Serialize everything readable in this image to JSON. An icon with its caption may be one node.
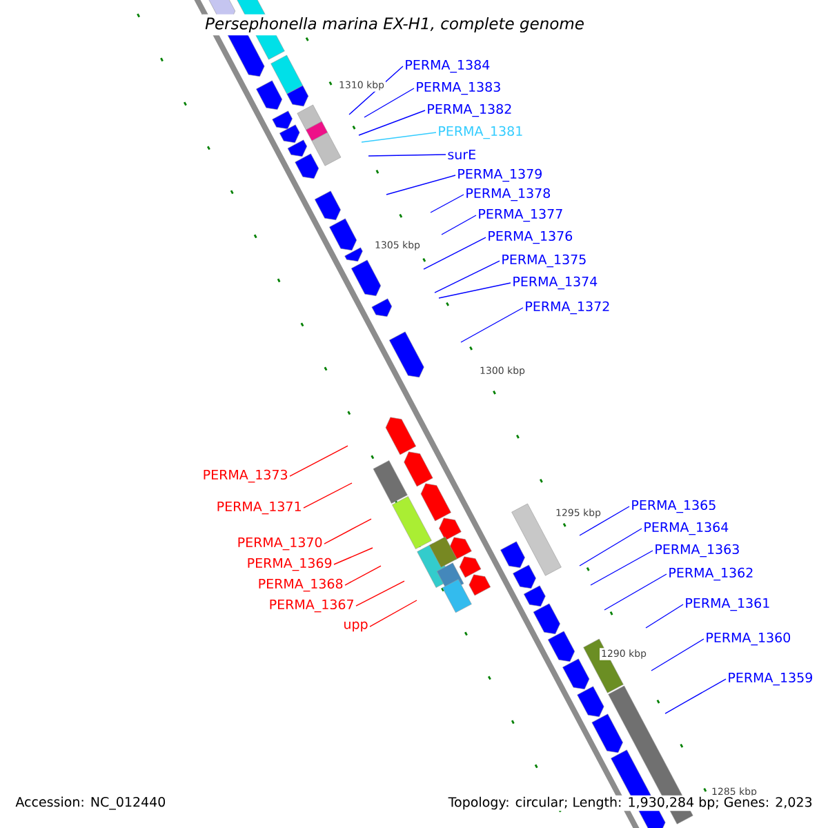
{
  "diagram": {
    "title": "Persephonella marina EX-H1, complete genome",
    "nodes": [
      {
        "text": [
          "PERMA_1384"
        ]
      },
      {
        "text": [
          "PERMA_1383"
        ]
      },
      {
        "text": [
          "PERMA_1382"
        ]
      },
      {
        "text": [
          "PERMA_1381"
        ]
      },
      {
        "text": [
          "surE"
        ]
      },
      {
        "text": [
          "PERMA_1379"
        ]
      },
      {
        "text": [
          "PERMA_1378"
        ]
      },
      {
        "text": [
          "PERMA_1377"
        ]
      },
      {
        "text": [
          "PERMA_1376"
        ]
      },
      {
        "text": [
          "PERMA_1375"
        ]
      },
      {
        "text": [
          "PERMA_1374"
        ]
      },
      {
        "text": [
          "PERMA_1372"
        ]
      },
      {
        "text": [
          "PERMA_1373"
        ]
      },
      {
        "text": [
          "PERMA_1371"
        ]
      },
      {
        "text": [
          "PERMA_1370"
        ]
      },
      {
        "text": [
          "PERMA_1369"
        ]
      },
      {
        "text": [
          "PERMA_1368"
        ]
      },
      {
        "text": [
          "PERMA_1367"
        ]
      },
      {
        "text": [
          "upp"
        ]
      },
      {
        "text": [
          "PERMA_1365"
        ]
      },
      {
        "text": [
          "PERMA_1364"
        ]
      },
      {
        "text": [
          "PERMA_1363"
        ]
      },
      {
        "text": [
          "PERMA_1362"
        ]
      },
      {
        "text": [
          "PERMA_1361"
        ]
      },
      {
        "text": [
          "PERMA_1360"
        ]
      },
      {
        "text": [
          "PERMA_1359"
        ]
      }
    ],
    "edges": [
      {
        "from": 0,
        "to": null,
        "arrow": "none"
      },
      {
        "from": 1,
        "to": null,
        "arrow": "none"
      },
      {
        "from": 2,
        "to": null,
        "arrow": "none"
      },
      {
        "from": 3,
        "to": null,
        "arrow": "none",
        "color": "#33ccff"
      },
      {
        "from": 4,
        "to": null,
        "arrow": "none"
      },
      {
        "from": 5,
        "to": null,
        "arrow": "none"
      },
      {
        "from": 6,
        "to": null,
        "arrow": "none"
      },
      {
        "from": 7,
        "to": null,
        "arrow": "none"
      },
      {
        "from": 8,
        "to": null,
        "arrow": "none"
      },
      {
        "from": 9,
        "to": null,
        "arrow": "none"
      },
      {
        "from": 10,
        "to": null,
        "arrow": "none"
      },
      {
        "from": 11,
        "to": null,
        "arrow": "none"
      },
      {
        "from": 12,
        "to": null,
        "arrow": "none",
        "color": "#ff0000"
      },
      {
        "from": 13,
        "to": null,
        "arrow": "none",
        "color": "#ff0000"
      },
      {
        "from": 14,
        "to": null,
        "arrow": "none",
        "color": "#ff0000"
      },
      {
        "from": 15,
        "to": null,
        "arrow": "none",
        "color": "#ff0000"
      },
      {
        "from": 16,
        "to": null,
        "arrow": "none",
        "color": "#ff0000"
      },
      {
        "from": 17,
        "to": null,
        "arrow": "none",
        "color": "#ff0000"
      },
      {
        "from": 18,
        "to": null,
        "arrow": "none",
        "color": "#ff0000"
      },
      {
        "from": 19,
        "to": null,
        "arrow": "none"
      },
      {
        "from": 20,
        "to": null,
        "arrow": "none"
      },
      {
        "from": 21,
        "to": null,
        "arrow": "none"
      },
      {
        "from": 22,
        "to": null,
        "arrow": "none"
      },
      {
        "from": 23,
        "to": null,
        "arrow": "none"
      },
      {
        "from": 24,
        "to": null,
        "arrow": "none"
      },
      {
        "from": 25,
        "to": null,
        "arrow": "none"
      }
    ],
    "labels": [
      "1310 kbp",
      "1305 kbp",
      "1300 kbp",
      "1295 kbp",
      "1290 kbp",
      "1285 kbp",
      "Accession: NC_012440",
      "Topology: circular; Length: 1,930,284 bp; Genes: 2,023"
    ]
  }
}
